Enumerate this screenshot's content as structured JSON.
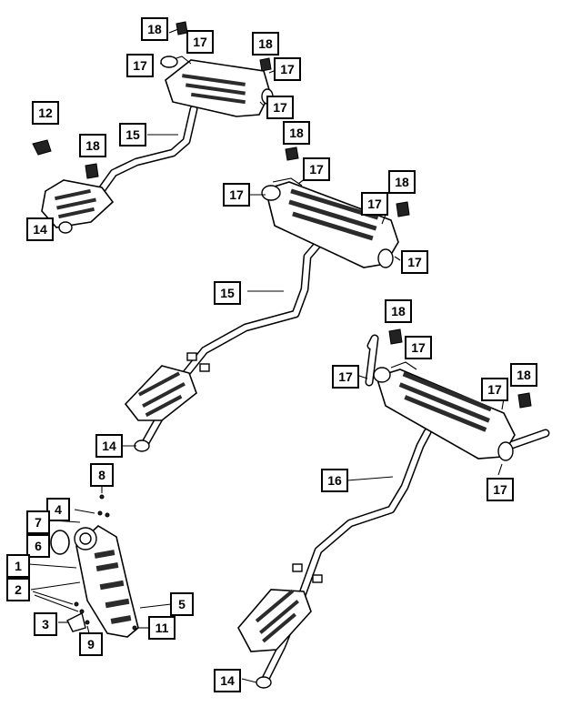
{
  "callouts": {
    "c1": "1",
    "c2": "2",
    "c3": "3",
    "c4": "4",
    "c5": "5",
    "c6": "6",
    "c7": "7",
    "c8": "8",
    "c9": "9",
    "c11": "11",
    "c12": "12",
    "c14": "14",
    "c15": "15",
    "c16": "16",
    "c17": "17",
    "c18": "18"
  }
}
